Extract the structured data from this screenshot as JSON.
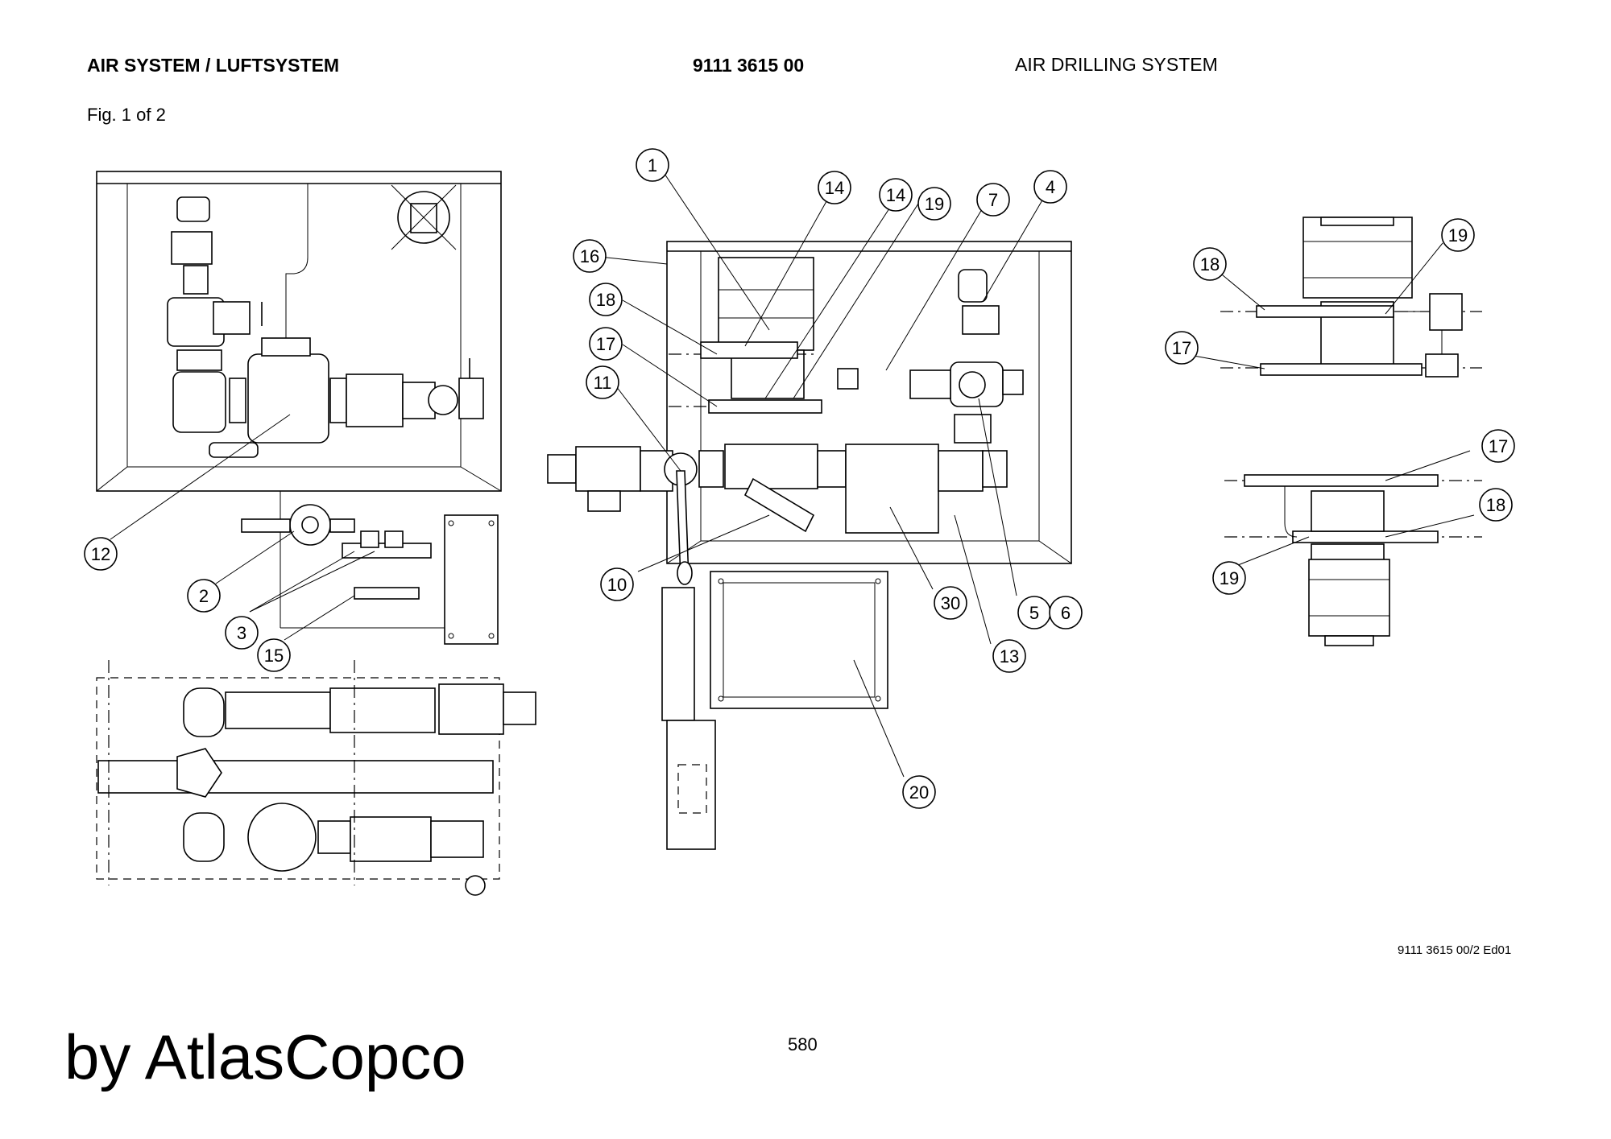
{
  "header": {
    "title": "AIR SYSTEM / LUFTSYSTEM",
    "part_number": "9111 3615 00",
    "system_name": "AIR DRILLING SYSTEM",
    "figure": "Fig. 1 of 2"
  },
  "callouts": {
    "c1": "1",
    "c2": "2",
    "c3": "3",
    "c4": "4",
    "c5": "5",
    "c6": "6",
    "c7": "7",
    "c10": "10",
    "c11": "11",
    "c12": "12",
    "c13": "13",
    "c14a": "14",
    "c14b": "14",
    "c15": "15",
    "c16": "16",
    "c17a": "17",
    "c17b": "17",
    "c17c": "17",
    "c18a": "18",
    "c18b": "18",
    "c18c": "18",
    "c19a": "19",
    "c19b": "19",
    "c19c": "19",
    "c20": "20",
    "c30": "30"
  },
  "footer": {
    "doc_ref": "9111 3615 00/2 Ed01",
    "page_number": "580",
    "brand": "by AtlasCopco"
  }
}
